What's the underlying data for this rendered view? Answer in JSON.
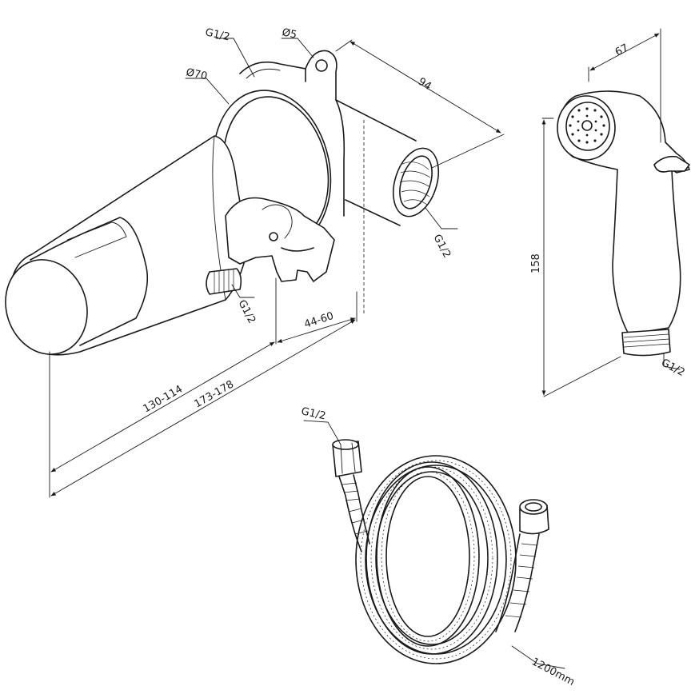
{
  "labels": {
    "wall_inlet_thread": "G1/2",
    "screw_diameter": "Ø5",
    "flange_diameter": "Ø70",
    "depth_94": "94",
    "outlet_thread": "G1/2",
    "holder_outlet_thread": "G1/2",
    "projection_short": "130-114",
    "projection_long": "173-178",
    "holder_range": "44-60",
    "sprayer_width": "67",
    "sprayer_height": "158",
    "sprayer_thread": "G1/2",
    "hose_thread": "G1/2",
    "hose_length": "1200mm"
  },
  "colors": {
    "line": "#1a1a1a",
    "background": "#ffffff"
  }
}
